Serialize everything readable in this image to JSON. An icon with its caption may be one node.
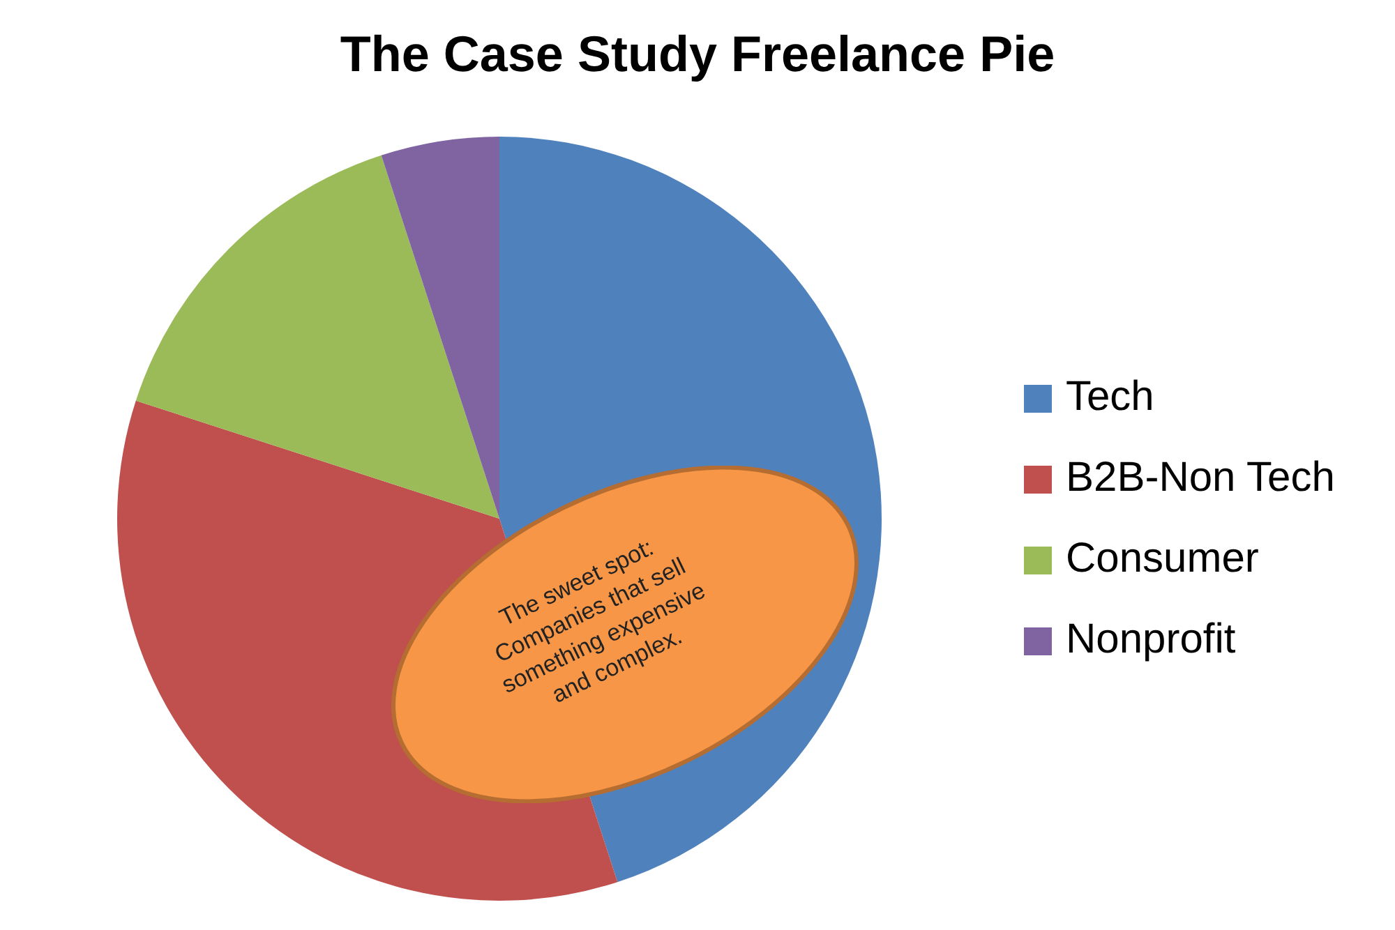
{
  "diagram": {
    "title": "The Case Study Freelance Pie",
    "nodes": [
      {
        "text": [
          "The sweet spot: Companies that sell something expensive and complex."
        ]
      }
    ],
    "edges": [],
    "legend": [
      {
        "text": "Tech",
        "color": "#4f81bd"
      },
      {
        "text": "B2B-Non Tech",
        "color": "#c0504d"
      },
      {
        "text": "Consumer",
        "color": "#9bbb59"
      },
      {
        "text": "Nonprofit",
        "color": "#8064a2"
      }
    ]
  }
}
